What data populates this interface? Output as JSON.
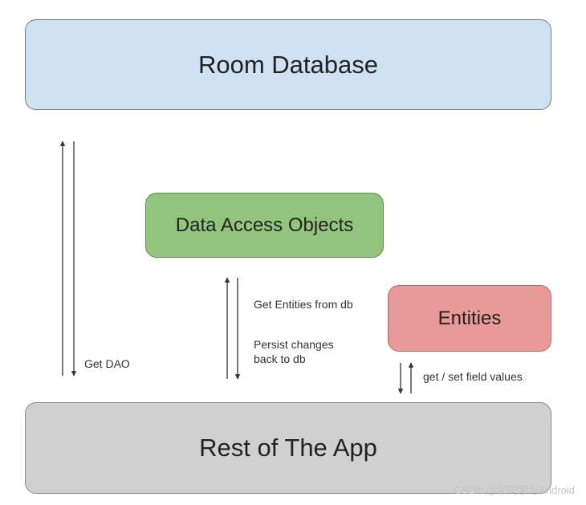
{
  "boxes": {
    "room_database": "Room Database",
    "data_access_objects": "Data Access Objects",
    "entities": "Entities",
    "rest_of_app": "Rest of The App"
  },
  "labels": {
    "get_dao": "Get DAO",
    "get_entities": "Get Entities from db",
    "persist_changes": "Persist changes back to db",
    "field_values": "get / set field values"
  },
  "watermark": "CSDN @梁同学与Android",
  "colors": {
    "room_database": "#cfe2f3",
    "data_access_objects": "#93c47d",
    "entities": "#ea9999",
    "rest_of_app": "#d0d0d0"
  }
}
